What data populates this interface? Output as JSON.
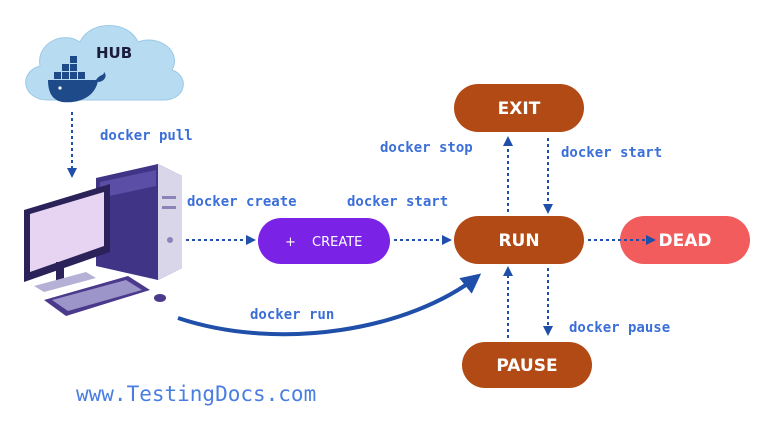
{
  "hub": {
    "label": "HUB"
  },
  "commands": {
    "pull": "docker pull",
    "create": "docker create",
    "start_create": "docker start",
    "stop": "docker stop",
    "start_exit": "docker start",
    "run": "docker run",
    "pause": "docker pause"
  },
  "states": {
    "create": {
      "label": "CREATE",
      "icon": "+",
      "color": "#7a22e6"
    },
    "run": {
      "label": "RUN",
      "color": "#b14a14"
    },
    "exit": {
      "label": "EXIT",
      "color": "#b14a14"
    },
    "pause": {
      "label": "PAUSE",
      "color": "#b14a14"
    },
    "dead": {
      "label": "DEAD",
      "color": "#f25c5c"
    }
  },
  "website": "www.TestingDocs.com",
  "colors": {
    "arrow": "#1f4fa8",
    "command_text": "#3b6fd8",
    "cloud": "#b7dcf2",
    "computer": "#4b3a8c"
  }
}
